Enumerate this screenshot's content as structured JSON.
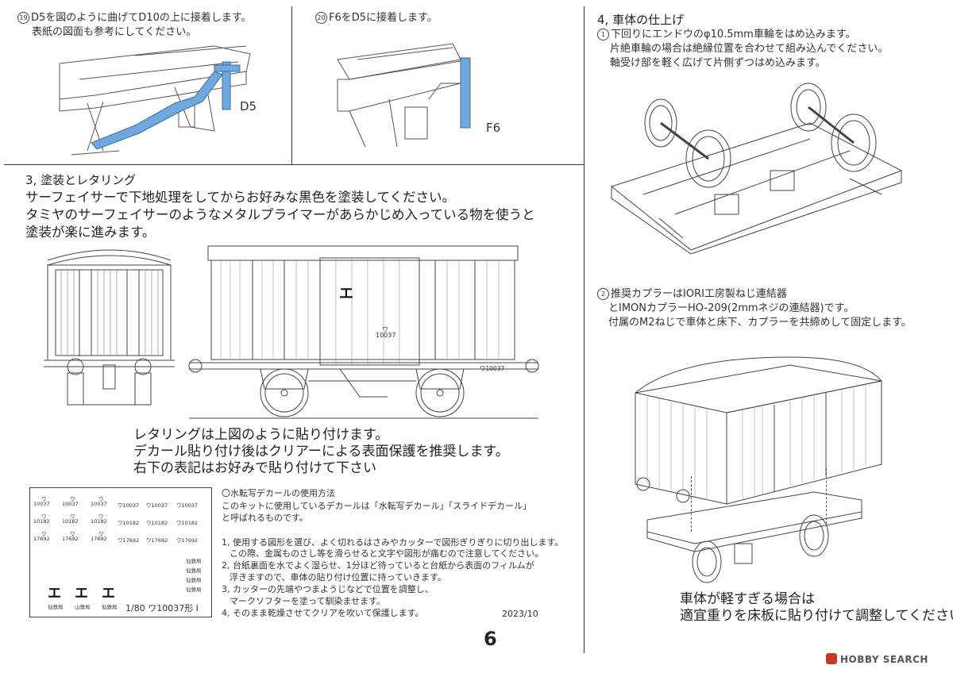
{
  "step19": {
    "num": "19",
    "line1": "D5を図のように曲げてD10の上に接着します。",
    "line2": "表紙の図面も参考にしてください。",
    "label": "D5"
  },
  "step20": {
    "num": "20",
    "line1": "F6をD5に接着します。",
    "label": "F6"
  },
  "section3": {
    "title": "3, 塗装とレタリング",
    "lines": [
      "サーフェイサーで下地処理をしてからお好みな黒色を塗装してください。",
      "タミヤのサーフェイサーのようなメタルプライマーがあらかじめ入っている物を使うと",
      "塗装が楽に進みます。"
    ],
    "lettering": [
      "レタリングは上図のように貼り付けます。",
      "デカール貼り付け後はクリアーによる表面保護を推奨します。",
      "右下の表記はお好みで貼り付けて下さい"
    ]
  },
  "car_side": {
    "mark": "エ",
    "kana": "ワ",
    "number": "10037",
    "small_mark": "ワ10037"
  },
  "decal_sheet": {
    "rows": [
      [
        "10037",
        "10037",
        "10037",
        "ワ10037",
        "ワ10037",
        "ワ10037"
      ],
      [
        "10182",
        "10182",
        "10182",
        "ワ10182",
        "ワ10182",
        "ワ10182"
      ],
      [
        "17692",
        "17692",
        "17692",
        "ワ17692",
        "ワ17692",
        "ワ17692"
      ]
    ],
    "kana_small": "ワ",
    "marks": [
      "エ",
      "エ",
      "エ"
    ],
    "bottom_labels": [
      "仙鉄局",
      "山鉄局",
      "仙鉄局"
    ],
    "right_labels": [
      "仙鉄局",
      "仙鉄局",
      "仙鉄局",
      "仙鉄局"
    ],
    "caption": "1/80 ワ10037形 I"
  },
  "decal_help": {
    "title": "〇水転写デカールの使用方法",
    "intro": [
      "このキットに使用しているデカールは「水転写デカール」「スライドデカール」",
      "と呼ばれるものです。"
    ],
    "steps": [
      "1, 使用する図形を選び、よく切れるはさみやカッターで図形ぎりぎりに切り出します。",
      "この際、金属ものさし等を滑らせると文字や図形が痛むので注意してください。",
      "2, 台紙裏面を水でよく湿らせ、1分ほど待っていると台紙から表面のフィルムが",
      "浮きますので、車体の貼り付け位置に持っていきます。",
      "3, カッターの先端やつまようじなどで位置を調整し、",
      "マークソフターを塗って馴染ませます。",
      "4, そのまま乾燥させてクリアを吹いて保護します。"
    ],
    "date": "2023/10"
  },
  "page_number": "6",
  "section4": {
    "title": "4, 車体の仕上げ",
    "step1": {
      "num": "1",
      "lines": [
        "下回りにエンドウのφ10.5mm車輪をはめ込みます。",
        "片絶車輪の場合は絶縁位置を合わせて組み込んでください。",
        "軸受け部を軽く広げて片側ずつはめ込みます。"
      ]
    },
    "step2": {
      "num": "2",
      "lines": [
        "推奨カプラーはIORI工房製ねじ連結器",
        "とIMONカプラーHO-209(2mmネジの連結器)です。",
        "付属のM2ねじで車体と床下、カプラーを共締めして固定します。"
      ]
    },
    "note": [
      "車体が軽すぎる場合は",
      "適宜重りを床板に貼り付けて調整してください。"
    ]
  },
  "watermark": "HOBBY SEARCH",
  "colors": {
    "highlight": "#6fa8dc",
    "ink": "#333333"
  }
}
